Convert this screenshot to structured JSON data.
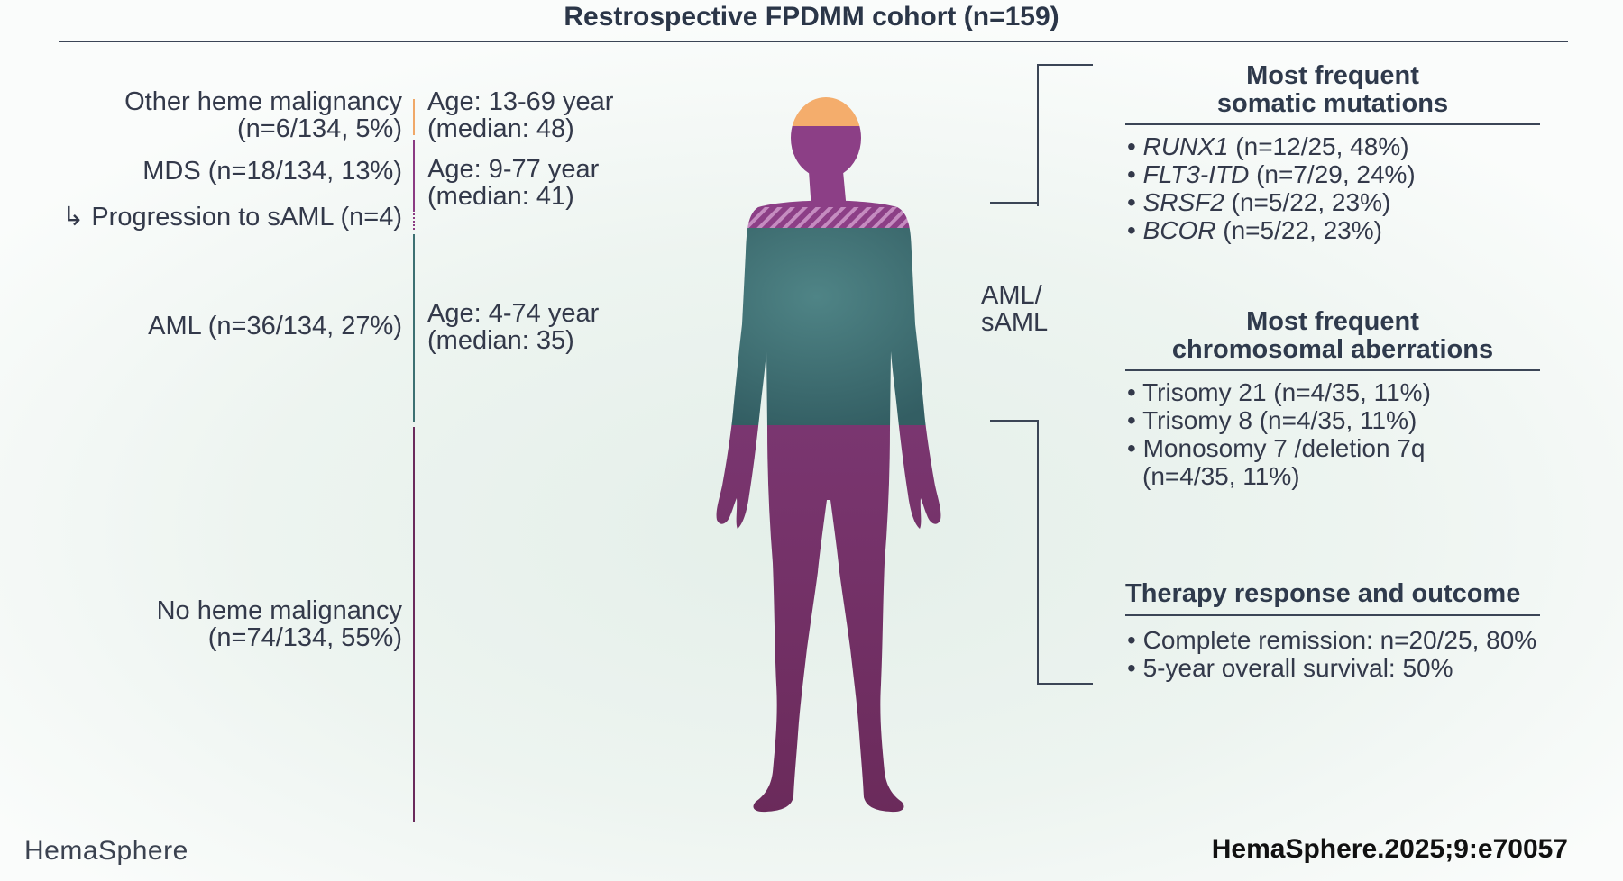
{
  "title": "Restrospective FPDMM cohort (n=159)",
  "left": {
    "other": {
      "line1": "Other heme malignancy",
      "line2": "(n=6/134, 5%)",
      "age1": "Age: 13-69 year",
      "age2": "(median: 48)",
      "color": "#f0a868"
    },
    "mds": {
      "line1": "MDS (n=18/134, 13%)",
      "age1": "Age: 9-77 year",
      "age2": "(median: 41)",
      "color": "#8b3b83"
    },
    "progression": {
      "arrow": "↳",
      "text": "Progression to sAML (n=4)"
    },
    "aml": {
      "line1": "AML (n=36/134, 27%)",
      "age1": "Age: 4-74 year",
      "age2": "(median: 35)",
      "color": "#3d7072"
    },
    "none": {
      "line1": "No heme malignancy",
      "line2": "(n=74/134, 55%)",
      "color": "#6a2a5c"
    }
  },
  "figure": {
    "head_color": "#f4ad6c",
    "upper_color": "#8c3f86",
    "torso_color": "#3e7477",
    "lower_color": "#702f66",
    "aml_label_1": "AML/",
    "aml_label_2": "sAML"
  },
  "right": {
    "mutations": {
      "title1": "Most frequent",
      "title2": "somatic mutations",
      "items": [
        {
          "gene": "RUNX1",
          "rest": " (n=12/25, 48%)"
        },
        {
          "gene": "FLT3-ITD",
          "rest": " (n=7/29, 24%)"
        },
        {
          "gene": "SRSF2",
          "rest": " (n=5/22, 23%)"
        },
        {
          "gene": "BCOR",
          "rest": " (n=5/22, 23%)"
        }
      ]
    },
    "chromosomal": {
      "title1": "Most frequent",
      "title2": "chromosomal aberrations",
      "items": [
        "Trisomy 21 (n=4/35, 11%)",
        "Trisomy 8 (n=4/35, 11%)",
        "Monosomy 7 /deletion 7q"
      ],
      "item3_line2": "(n=4/35, 11%)"
    },
    "therapy": {
      "title": "Therapy response and outcome",
      "items": [
        "Complete remission: n=20/25, 80%",
        "5-year overall survival: 50%"
      ]
    },
    "bullet": "•"
  },
  "footer": {
    "brand": "HemaSphere",
    "citation": "HemaSphere.2025;9:e70057"
  }
}
